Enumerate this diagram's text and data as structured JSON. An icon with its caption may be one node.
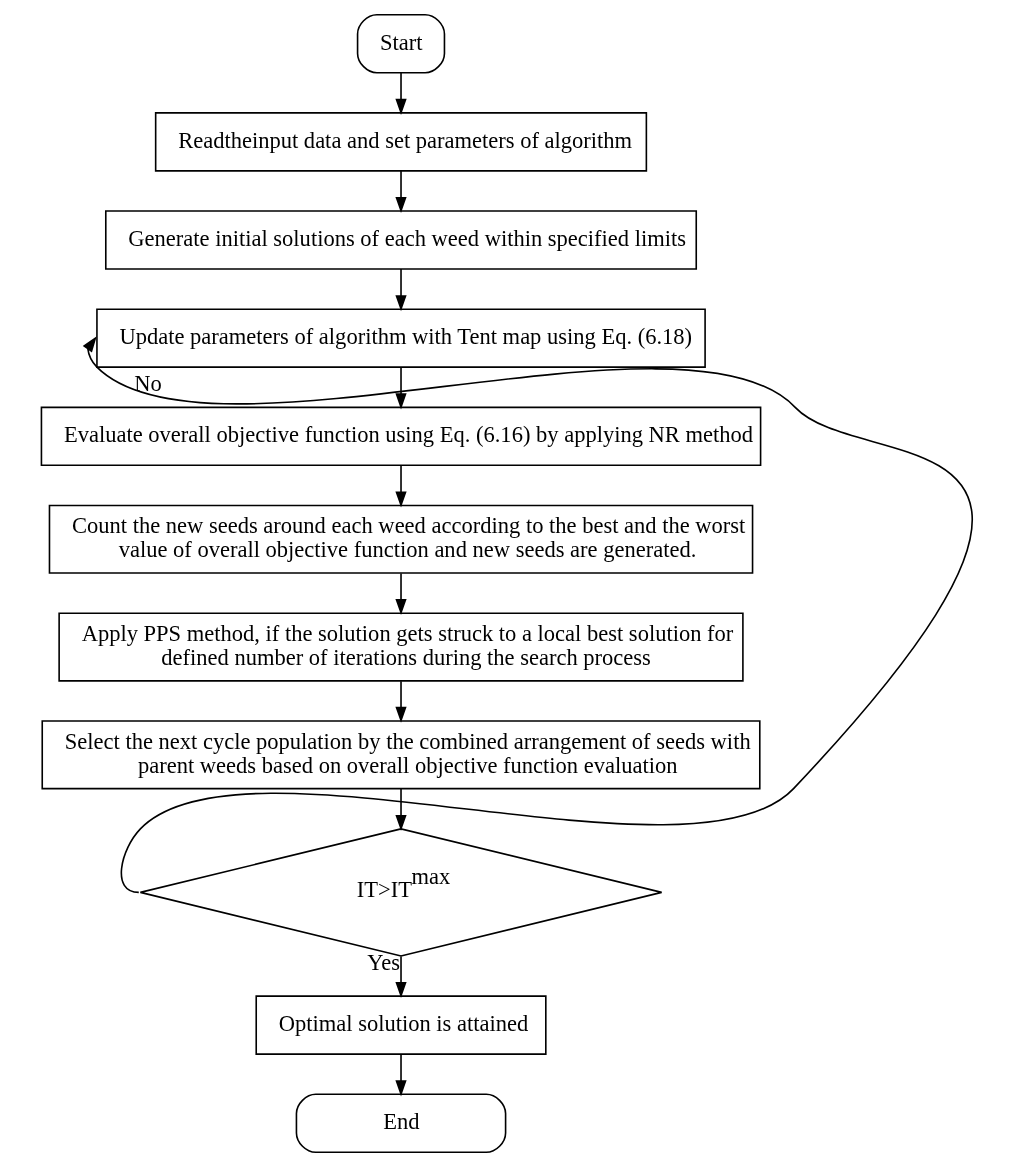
{
  "diagram": {
    "nodes": [
      {
        "text": [
          "Start"
        ]
      },
      {
        "text": [
          "Readtheinput data and set parameters of algorithm"
        ]
      },
      {
        "text": [
          "Generate initial solutions of each weed within specified limits"
        ]
      },
      {
        "text": [
          "Update parameters of algorithm with Tent map using Eq. (6.18)"
        ]
      },
      {
        "text": [
          "Evaluate overall objective function using Eq. (6.16) by applying NR method"
        ]
      },
      {
        "text": [
          "Count the new seeds around each weed according to the best and the worst value of overall objective function and new seeds are generated."
        ]
      },
      {
        "text": [
          "Apply PPS method, if the solution gets struck to a local best solution for defined number of iterations during the search process"
        ]
      },
      {
        "text": [
          "Select the next cycle population by the combined arrangement of seeds with parent weeds based on overall objective function evaluation"
        ]
      },
      {
        "text": [
          "IT>IT$^{max}$"
        ]
      },
      {
        "text": [
          "Optimal solution is attained"
        ]
      },
      {
        "text": [
          "End"
        ]
      }
    ],
    "edges": [
      {
        "from": 0,
        "to": 1,
        "arrow": "to"
      },
      {
        "from": 1,
        "to": 2,
        "arrow": "to"
      },
      {
        "from": 2,
        "to": 3,
        "arrow": "to"
      },
      {
        "from": 3,
        "to": 4,
        "arrow": "to"
      },
      {
        "from": 4,
        "to": 5,
        "arrow": "to"
      },
      {
        "from": 5,
        "to": 6,
        "arrow": "to"
      },
      {
        "from": 6,
        "to": 7,
        "arrow": "to"
      },
      {
        "from": 7,
        "to": 8,
        "arrow": "to"
      },
      {
        "from": 8,
        "to": 3,
        "arrow": "to",
        "label": "No"
      },
      {
        "from": 8,
        "to": 9,
        "arrow": "to",
        "label": "Yes"
      },
      {
        "from": 9,
        "to": 10,
        "arrow": "to"
      }
    ]
  }
}
